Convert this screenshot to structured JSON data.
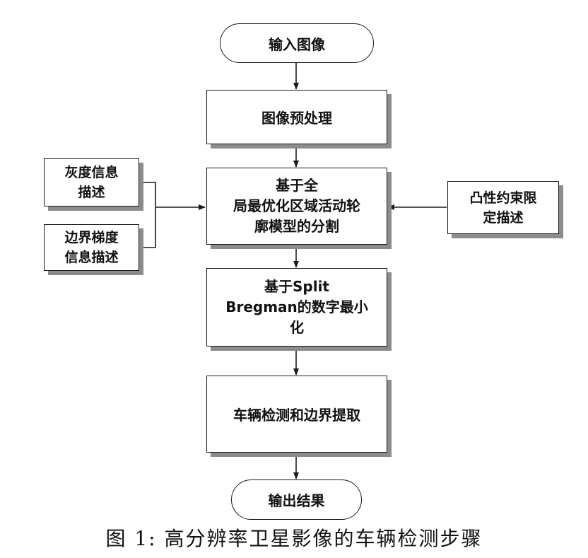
{
  "flowchart": {
    "start": "输入图像",
    "preprocess": "图像预处理",
    "segmentation": "基于全\n局最优化区域活动轮\n廓模型的分割",
    "minimization": "基于Split\nBregman的数字最小\n化",
    "detection": "车辆检测和边界提取",
    "end": "输出结果",
    "gray_info": "灰度信息\n描述",
    "edge_gradient": "边界梯度\n信息描述",
    "convexity": "凸性约束限\n定描述"
  },
  "caption": "图 1: 高分辨率卫星影像的车辆检测步骤"
}
